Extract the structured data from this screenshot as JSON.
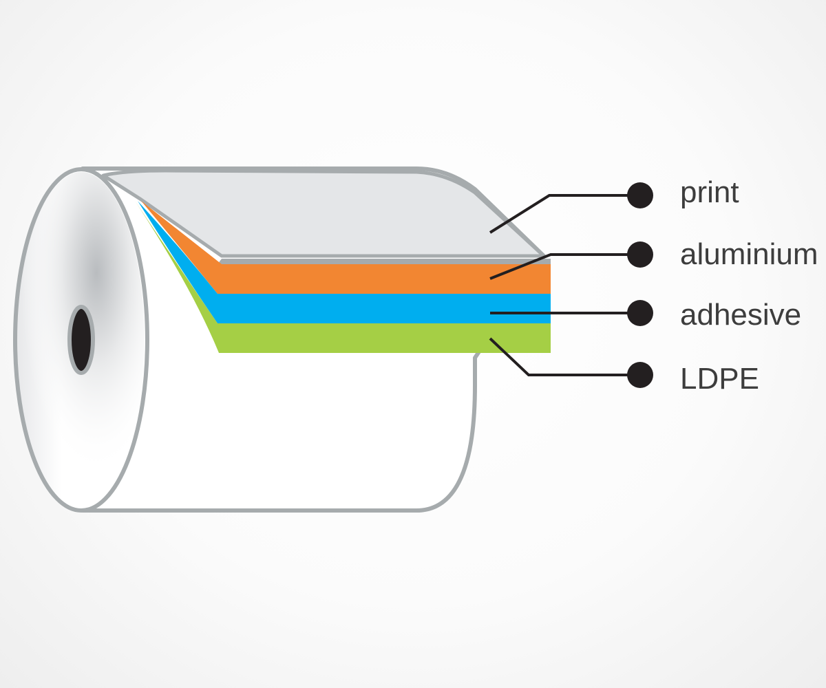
{
  "colors": {
    "outline": "#a6abad",
    "print_layer": "#e4e6e8",
    "aluminium_layer": "#f28632",
    "adhesive_layer": "#00aeef",
    "ldpe_layer": "#a5cf45",
    "leader": "#231f20",
    "label_text": "#3d3d3d"
  },
  "layers": [
    {
      "id": "print",
      "label": "print"
    },
    {
      "id": "aluminium",
      "label": "aluminium"
    },
    {
      "id": "adhesive",
      "label": "adhesive"
    },
    {
      "id": "ldpe",
      "label": "LDPE"
    }
  ]
}
